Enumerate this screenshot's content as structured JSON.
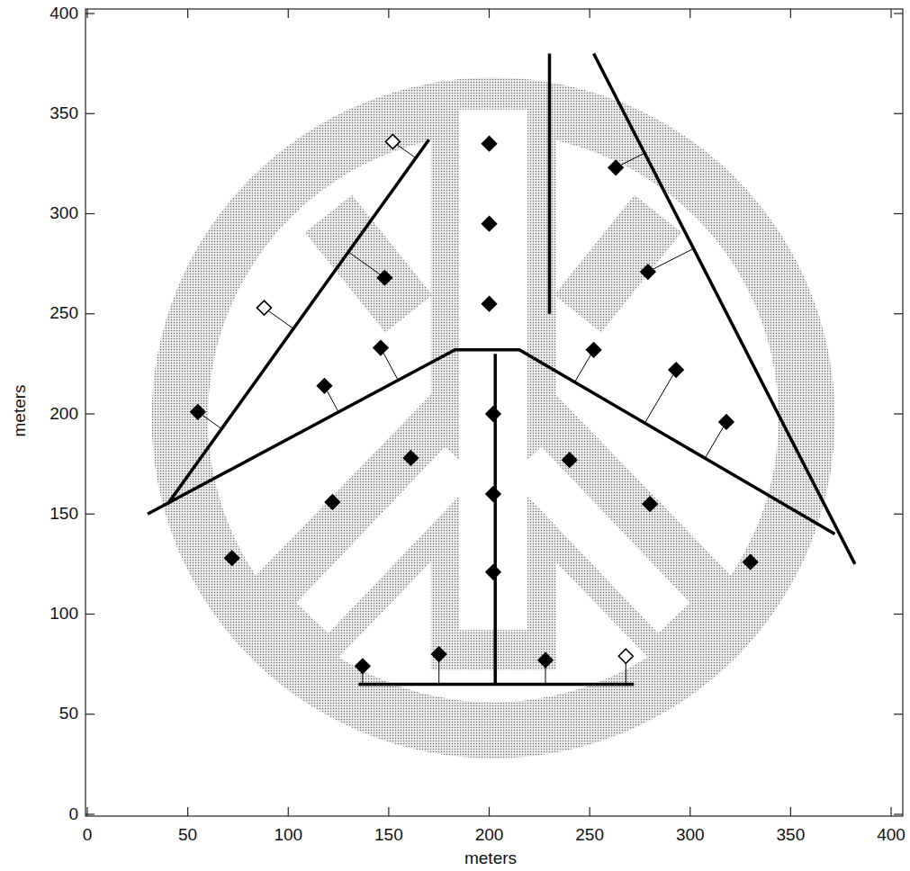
{
  "diagram": {
    "labels": [
      "400",
      "350",
      "300",
      "250",
      "200",
      "150",
      "100",
      "50",
      "0",
      "meters",
      "0",
      "50",
      "100",
      "150",
      "200",
      "250",
      "300",
      "350",
      "400",
      "meters"
    ]
  }
}
